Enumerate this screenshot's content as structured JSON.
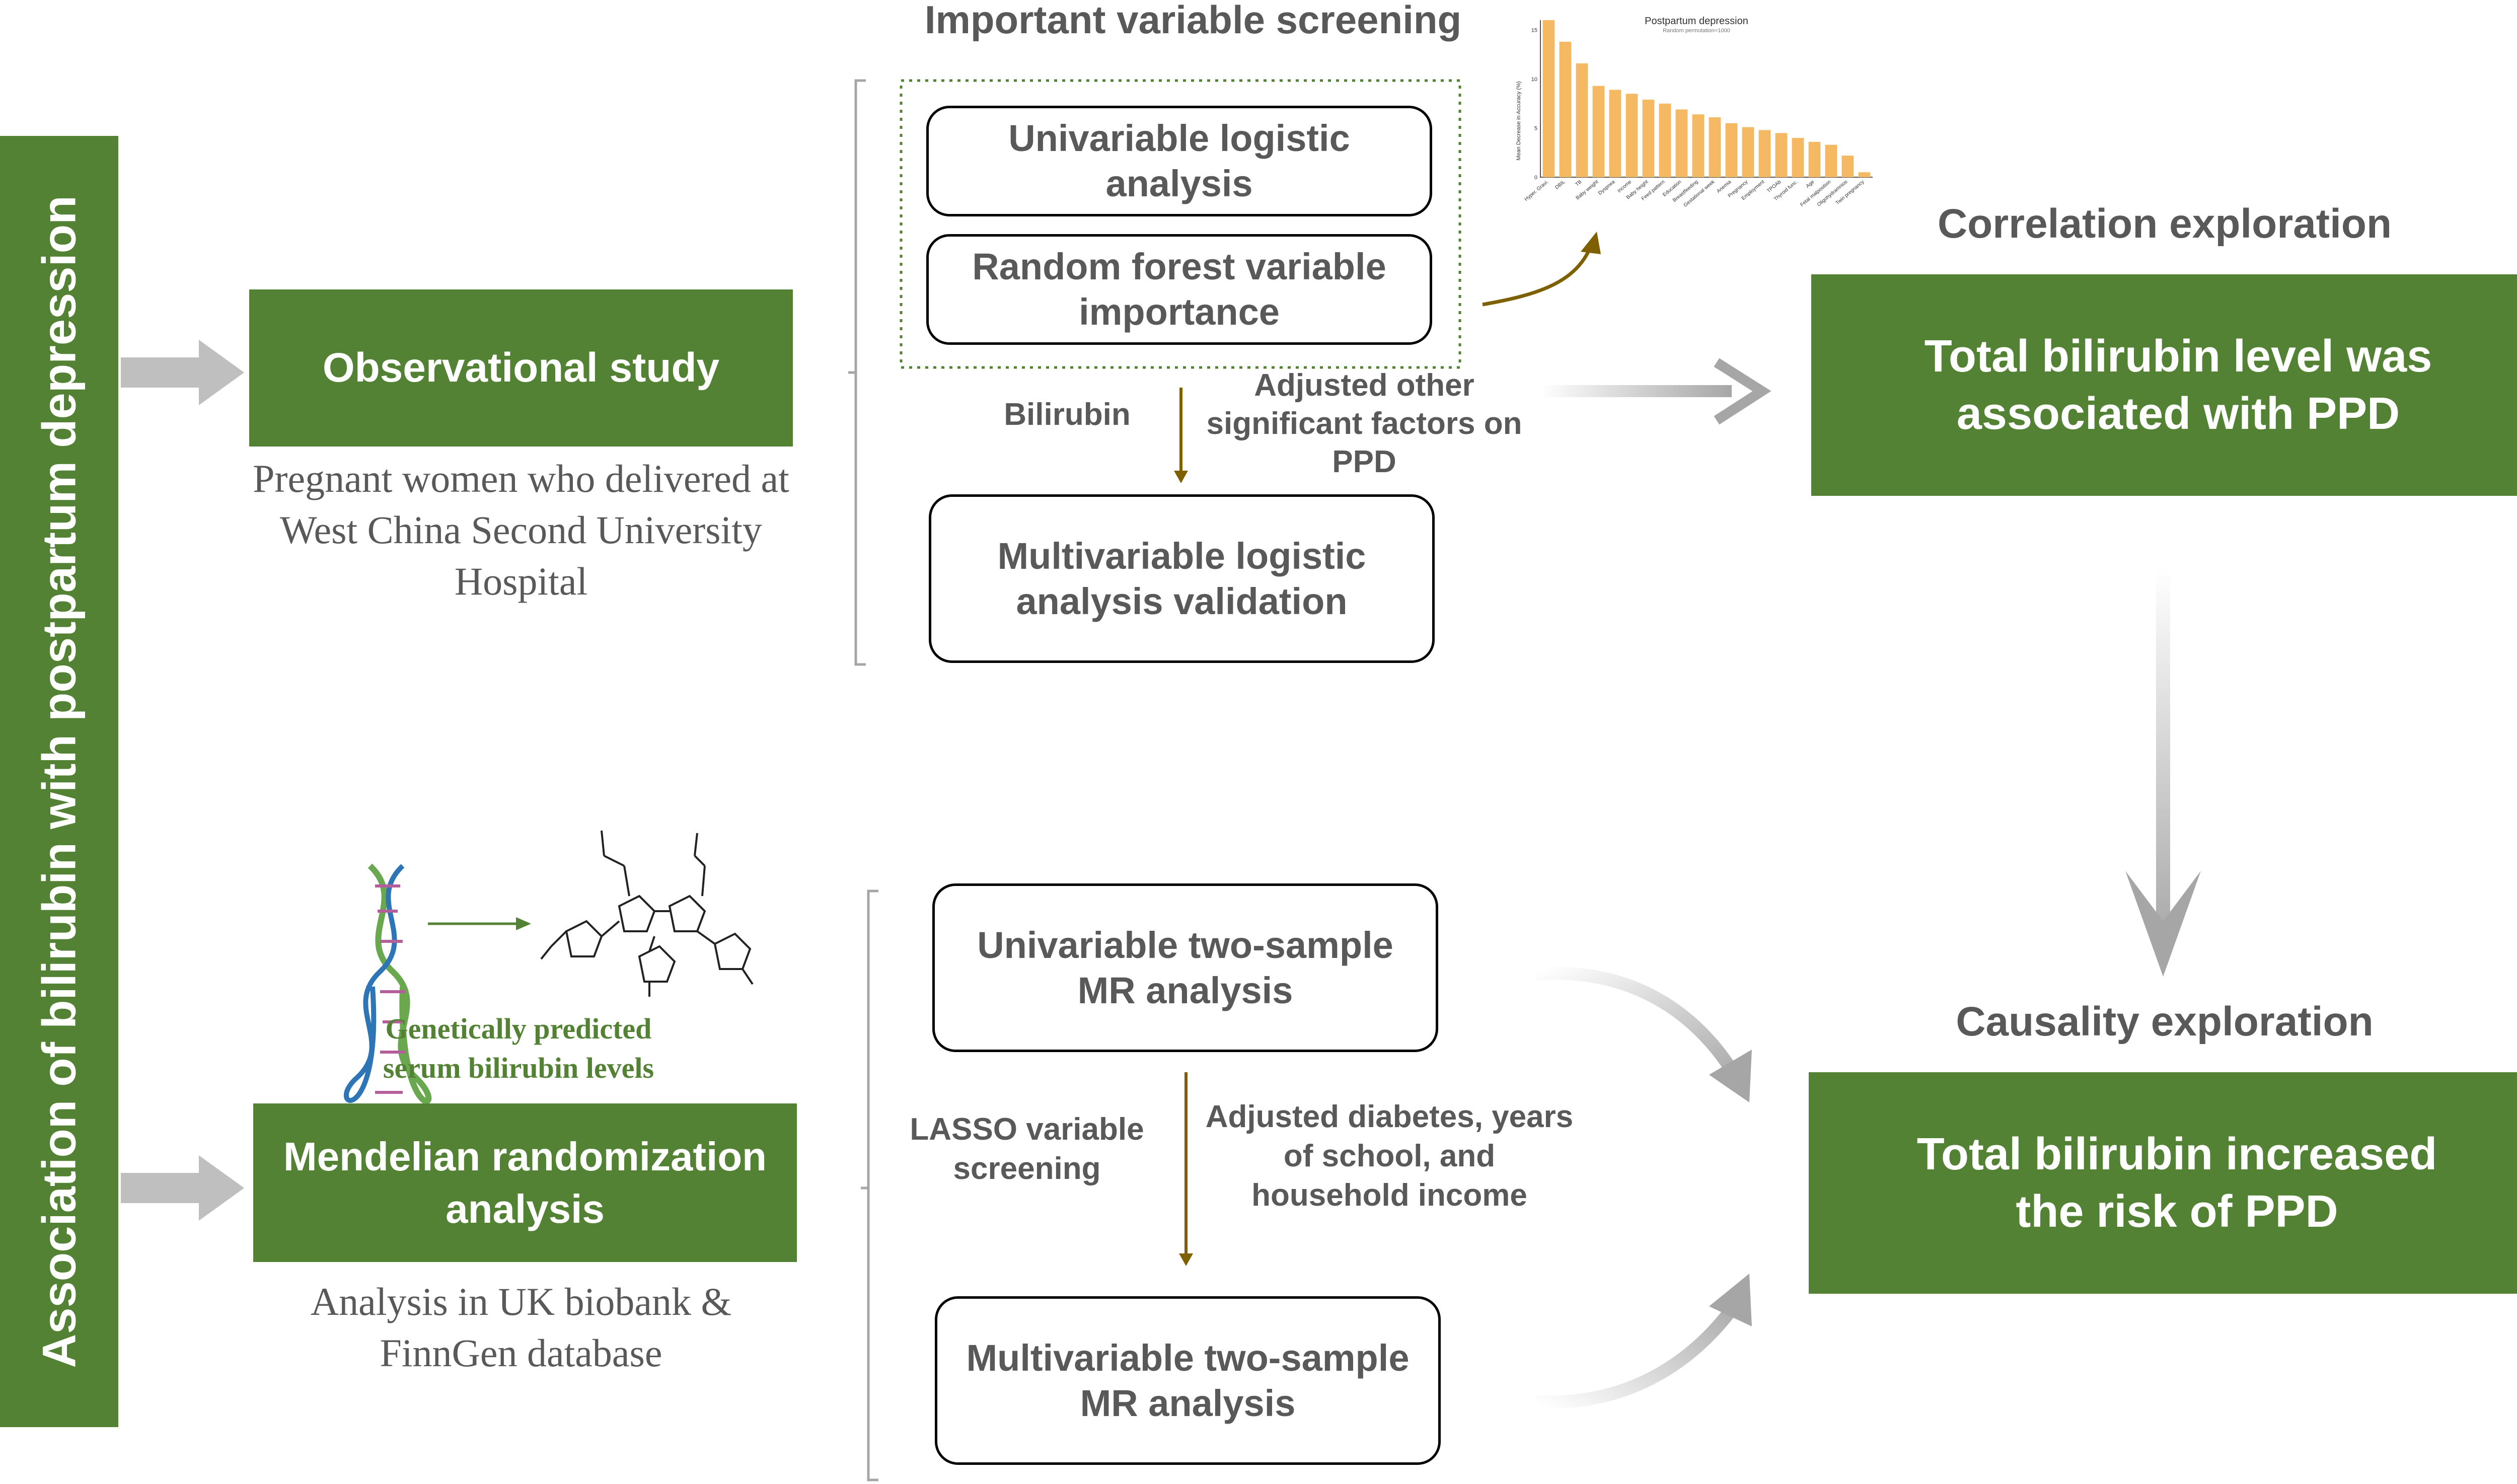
{
  "left_bar": {
    "label": "Association of bilirubin with postpartum depression"
  },
  "observational": {
    "title": "Observational study",
    "subtitle_lines": [
      "Pregnant women who delivered at",
      "West China Second University",
      "Hospital"
    ]
  },
  "mendelian": {
    "title_lines": [
      "Mendelian randomization",
      "analysis"
    ],
    "subtitle_lines": [
      "Analysis in UK biobank &",
      "FinnGen database"
    ],
    "genetic_label_lines": [
      "Genetically predicted",
      "serum bilirubin levels"
    ]
  },
  "screening": {
    "heading": "Important variable screening",
    "box1_lines": [
      "Univariable logistic",
      "analysis"
    ],
    "box2_lines": [
      "Random forest variable",
      "importance"
    ],
    "left_label": "Bilirubin",
    "right_label_lines": [
      "Adjusted other",
      "significant factors on",
      "PPD"
    ],
    "validation_lines": [
      "Multivariable logistic",
      "analysis validation"
    ]
  },
  "mr": {
    "box1_lines": [
      "Univariable two-sample",
      "MR analysis"
    ],
    "left_label_lines": [
      "LASSO variable",
      "screening"
    ],
    "right_label_lines": [
      "Adjusted diabetes, years",
      "of school, and",
      "household income"
    ],
    "box2_lines": [
      "Multivariable two-sample",
      "MR analysis"
    ]
  },
  "correlation": {
    "heading": "Correlation exploration",
    "result_lines": [
      "Total bilirubin level was",
      "associated with PPD"
    ]
  },
  "causality": {
    "heading": "Causality exploration",
    "result_lines": [
      "Total bilirubin increased",
      "the risk of PPD"
    ]
  },
  "chart_data": {
    "type": "bar",
    "title": "Postpartum depression",
    "subtitle": "Random permutation=1000",
    "ylabel": "Mean Decrease in Accuracy (%)",
    "ylim": [
      0,
      16
    ],
    "yticks": [
      0,
      5,
      10,
      15
    ],
    "categories": [
      "Hyper. Gravi.",
      "DBIL",
      "TB",
      "Baby weight",
      "Dyspnea",
      "Income",
      "Baby height",
      "Feed pattern",
      "Education",
      "Breastfeeding",
      "Gestational week",
      "Anemia",
      "Pregnancy",
      "Employment",
      "TPOAb",
      "Thyroid func.",
      "Age",
      "Fetal malposition",
      "Oligohydramnios",
      "Twin pregnancy"
    ],
    "values": [
      16.0,
      13.8,
      11.6,
      9.3,
      8.9,
      8.5,
      7.9,
      7.5,
      6.9,
      6.4,
      6.1,
      5.5,
      5.1,
      4.8,
      4.5,
      4.0,
      3.6,
      3.3,
      2.2,
      0.5
    ],
    "bar_color": "#f4b962"
  },
  "colors": {
    "green": "#548235",
    "arrow_gray": "#a6a6a6",
    "olive": "#7f6000",
    "text_gray": "#595959"
  }
}
